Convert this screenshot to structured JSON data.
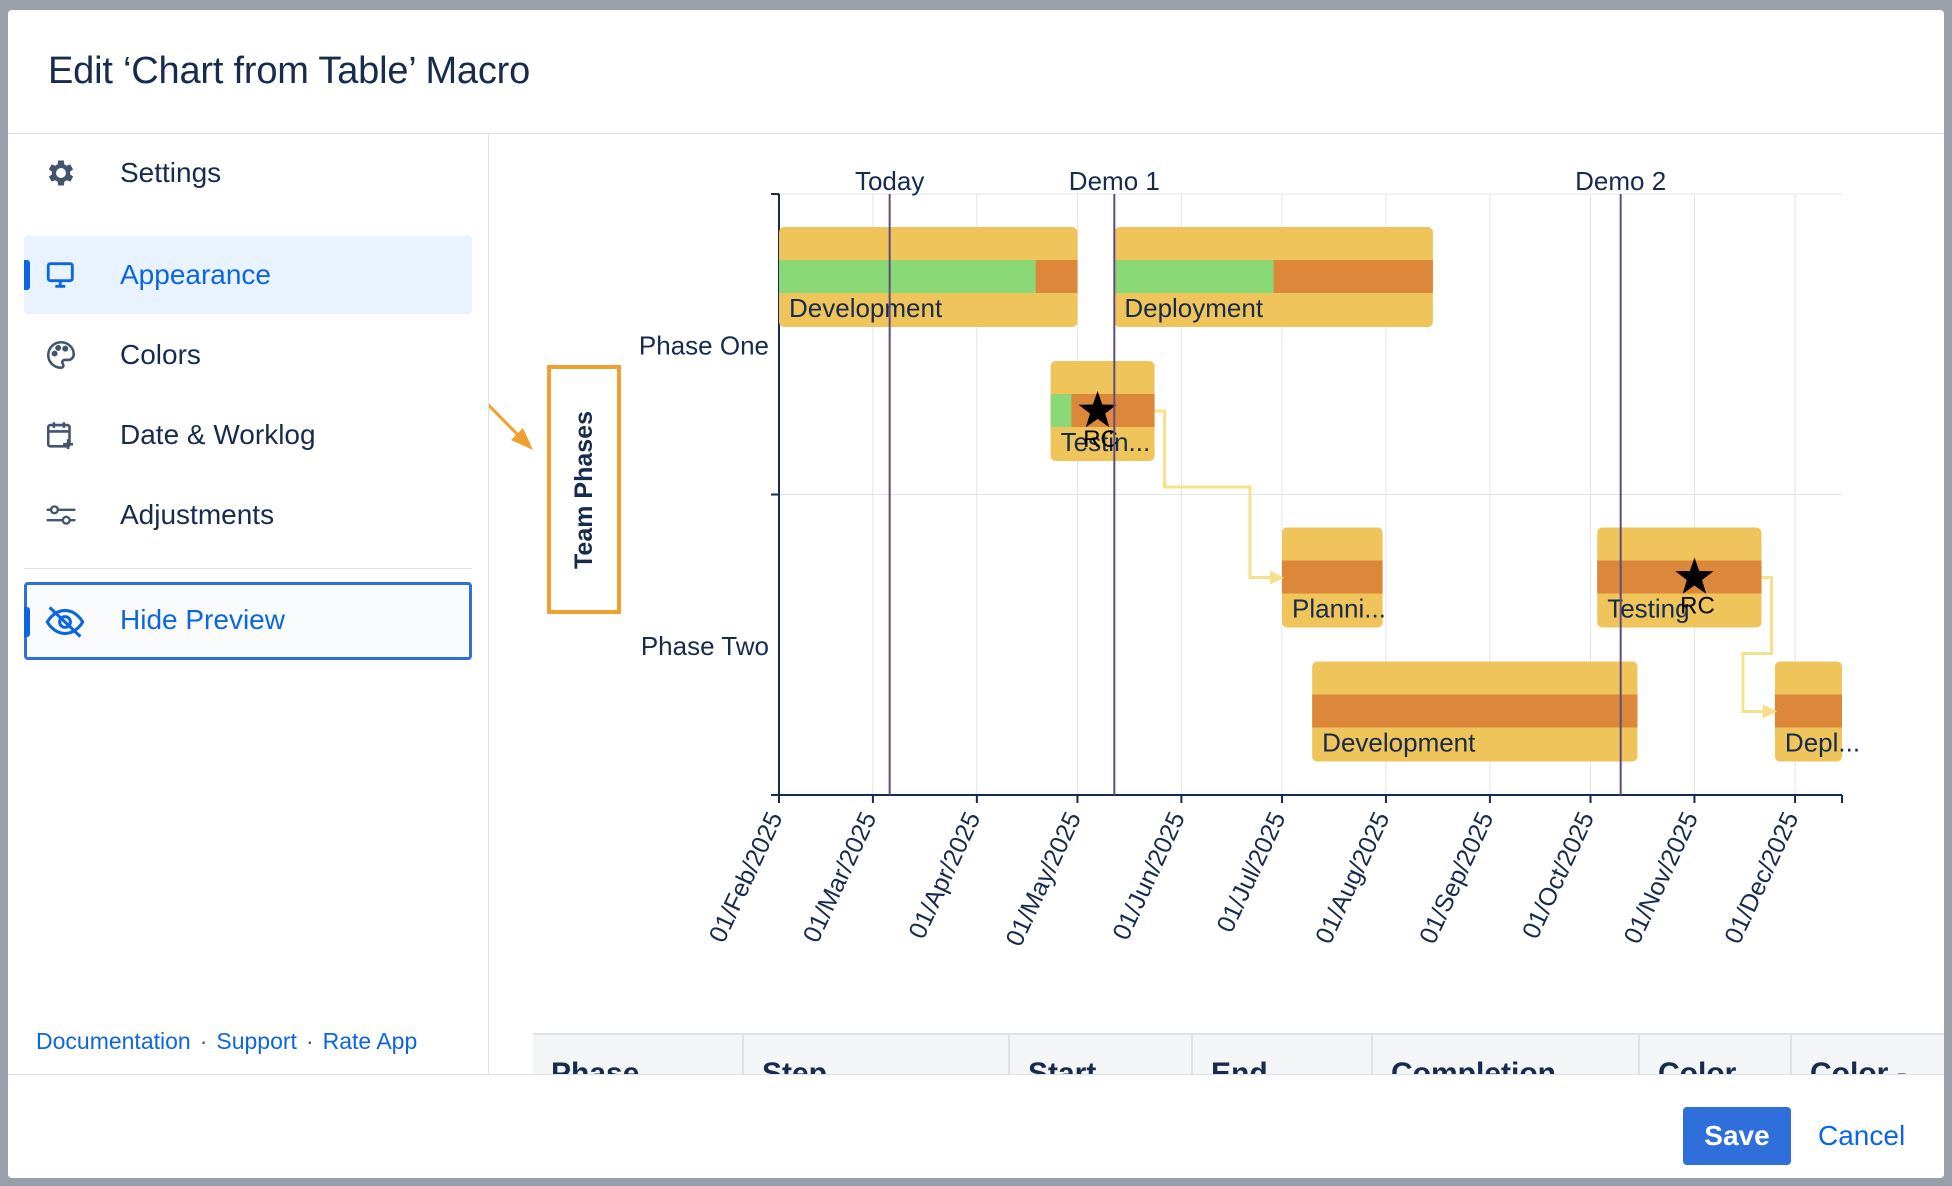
{
  "modal": {
    "title": "Edit ‘Chart from Table’ Macro"
  },
  "sidebar": {
    "items": [
      {
        "label": "Settings",
        "icon": "gear-icon"
      },
      {
        "label": "Appearance",
        "icon": "monitor-icon",
        "active": true
      },
      {
        "label": "Colors",
        "icon": "palette-icon"
      },
      {
        "label": "Date & Worklog",
        "icon": "calendar-add-icon"
      },
      {
        "label": "Adjustments",
        "icon": "sliders-icon"
      }
    ],
    "hide_preview": {
      "label": "Hide Preview",
      "icon": "eye-off-icon"
    },
    "links": {
      "documentation": "Documentation",
      "support": "Support",
      "rate": "Rate App",
      "separator": "·"
    }
  },
  "footer": {
    "save": "Save",
    "cancel": "Cancel"
  },
  "table": {
    "headers": [
      "Phase",
      "Step",
      "Start",
      "End",
      "Completion",
      "Color",
      "Color -"
    ]
  },
  "colors": {
    "accent": "#0c66e4",
    "bar": "#efc45a",
    "progress_done": "#8bd877",
    "progress_remaining": "#dd873a",
    "milestone_line": "#5e4a7e",
    "dependency": "#f7e08a",
    "highlight_box": "#f0a030"
  },
  "chart_data": {
    "type": "gantt",
    "yaxis_label": "Team Phases",
    "categories": [
      "Phase One",
      "Phase Two"
    ],
    "x_ticks": [
      "01/Feb/2025",
      "01/Mar/2025",
      "01/Apr/2025",
      "01/May/2025",
      "01/Jun/2025",
      "01/Jul/2025",
      "01/Aug/2025",
      "01/Sep/2025",
      "01/Oct/2025",
      "01/Nov/2025",
      "01/Dec/2025"
    ],
    "xlim": [
      "2025-02-01",
      "2025-12-15"
    ],
    "milestones": [
      {
        "label": "Today",
        "date": "2025-03-06"
      },
      {
        "label": "Demo 1",
        "date": "2025-05-12"
      },
      {
        "label": "Demo 2",
        "date": "2025-10-10"
      }
    ],
    "tasks": [
      {
        "category": "Phase One",
        "lane": 0,
        "label": "Development",
        "start": "2025-02-01",
        "end": "2025-05-01",
        "completion": 0.86
      },
      {
        "category": "Phase One",
        "lane": 0,
        "label": "Deployment",
        "start": "2025-05-12",
        "end": "2025-08-15",
        "completion": 0.5
      },
      {
        "category": "Phase One",
        "lane": 1,
        "label": "Testin...",
        "start": "2025-04-23",
        "end": "2025-05-24",
        "completion": 0.2,
        "marker": "RC",
        "marker_date": "2025-05-07"
      },
      {
        "category": "Phase Two",
        "lane": 0,
        "label": "Planni...",
        "start": "2025-07-01",
        "end": "2025-07-31",
        "completion": 0
      },
      {
        "category": "Phase Two",
        "lane": 0,
        "label": "Testing",
        "start": "2025-10-03",
        "end": "2025-11-21",
        "completion": 0,
        "marker": "RC",
        "marker_date": "2025-11-01"
      },
      {
        "category": "Phase Two",
        "lane": 1,
        "label": "Development",
        "start": "2025-07-10",
        "end": "2025-10-15",
        "completion": 0
      },
      {
        "category": "Phase Two",
        "lane": 1,
        "label": "Depl...",
        "start": "2025-11-25",
        "end": "2025-12-15",
        "completion": 0
      }
    ],
    "dependencies": [
      {
        "from": 2,
        "to": 3
      },
      {
        "from": 4,
        "to": 6
      }
    ]
  }
}
